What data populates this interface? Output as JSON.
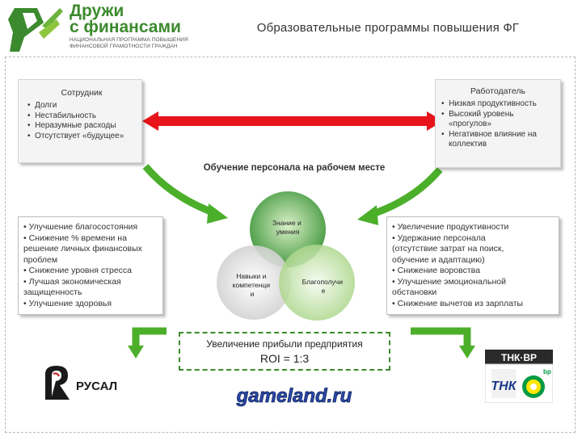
{
  "logo": {
    "title_line1": "Дружи",
    "title_line2": "с финансами",
    "subtitle_line1": "НАЦИОНАЛЬНАЯ ПРОГРАММА ПОВЫШЕНИЯ",
    "subtitle_line2": "ФИНАНСОВОЙ ГРАМОТНОСТИ ГРАЖДАН"
  },
  "page": {
    "title": "Образовательные программы повышения ФГ"
  },
  "employee": {
    "title": "Сотрудник",
    "items": [
      "Долги",
      "Нестабильность",
      "Неразумные расходы",
      "Отсутствует «будущее»"
    ]
  },
  "employer": {
    "title": "Работодатель",
    "items": [
      "Низкая продуктивность",
      "Высокий уровень «прогулов»",
      "Негативное влияние на коллектив"
    ]
  },
  "training": {
    "title": "Обучение персонала на рабочем месте"
  },
  "venn": {
    "circle_top": [
      "Знание и",
      "умения"
    ],
    "circle_left": [
      "Навыки и",
      "компетенци",
      "и"
    ],
    "circle_right": [
      "Благополучи",
      "е"
    ]
  },
  "employee_benefits": {
    "lines": [
      "• Улучшение благосостояния",
      "• Снижение % времени на",
      "решение личных финансовых",
      "проблем",
      "• Снижение уровня стресса",
      "• Лучшая экономическая",
      "защищенность",
      "• Улучшение здоровья"
    ]
  },
  "employer_benefits": {
    "lines": [
      "• Увеличение продуктивности",
      "• Удержание персонала",
      "(отсутствие затрат на поиск,",
      "обучение и адаптацию)",
      "• Снижение воровства",
      "• Улучшение эмоциональной",
      "обстановки",
      "• Снижение вычетов из зарплаты"
    ]
  },
  "result": {
    "line1": "Увеличение прибыли предприятия",
    "line2": "ROI =  1:3"
  },
  "sponsors": {
    "rusal": "РУСАЛ",
    "gameland": "gameland.ru",
    "tnkbp_top": "ТНК·ВР",
    "tnkbp_bp": "bp"
  },
  "colors": {
    "brand_green": "#3c8a2e",
    "arrow_red": "#e8141b",
    "arrow_green": "#4caf2a",
    "result_border": "#3a8a2a"
  }
}
